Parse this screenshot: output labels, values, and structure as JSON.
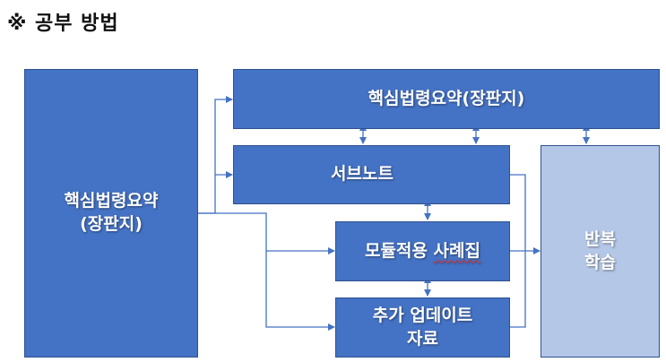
{
  "title": "※ 공부 방법",
  "boxes": {
    "left": "핵심법령요약\n(장판지)",
    "top": "핵심법령요약(장판지)",
    "subnote": "서브노트",
    "module_a": "모듈적용",
    "module_b": "사례집",
    "update": "추가 업데이트\n자료",
    "repeat": "반복\n학습"
  },
  "colors": {
    "box": "#4472C4",
    "repeat_box": "#B4C7E7",
    "line": "#4472C4"
  }
}
